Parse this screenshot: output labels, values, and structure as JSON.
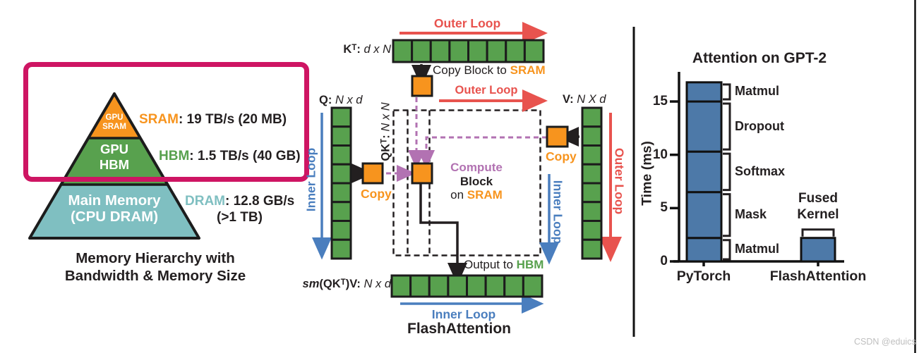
{
  "colors": {
    "green": "#58A14E",
    "orange": "#F7941E",
    "red": "#E8534E",
    "blue": "#4A7EBE",
    "purple": "#B272B2",
    "teal": "#7FBFC1",
    "magenta": "#CE1563",
    "bar_blue": "#4D79A8"
  },
  "left_panel": {
    "tier_sram": [
      "GPU",
      "SRAM"
    ],
    "tier_hbm": [
      "GPU",
      "HBM"
    ],
    "tier_dram": [
      "Main Memory",
      "(CPU DRAM)"
    ],
    "sram_term": "SRAM",
    "sram_info": ": 19 TB/s (20 MB)",
    "hbm_term": "HBM",
    "hbm_info": ": 1.5 TB/s (40 GB)",
    "dram_term": "DRAM",
    "dram_info": ": 12.8 GB/s",
    "dram_info2": "(>1 TB)",
    "caption": [
      "Memory Hierarchy with",
      "Bandwidth & Memory Size"
    ]
  },
  "diagram": {
    "blocks_per_matrix": 8,
    "outer_loop": "Outer Loop",
    "inner_loop": "Inner Loop",
    "copy": "Copy",
    "kt_name": "Kᵀ:",
    "kt_dims": "d x N",
    "q_name": "Q:",
    "q_dims": "N x d",
    "v_name": "V:",
    "v_dims": "N X d",
    "qkt_name": "QKᵀ:",
    "qkt_dims": "N x N",
    "copy_block_prefix": "Copy Block to ",
    "sram": "SRAM",
    "compute_word": "Compute",
    "block_word": " Block",
    "on_word": "on ",
    "output_prefix": "Output to ",
    "hbm": "HBM",
    "output_sm": "sm",
    "output_mid": "(QKᵀ)V:",
    "output_dims": "N x d",
    "title": "FlashAttention"
  },
  "chart_data": {
    "type": "bar",
    "stacked": true,
    "title": "Attention on GPT-2",
    "ylabel": "Time (ms)",
    "categories": [
      "PyTorch",
      "FlashAttention"
    ],
    "yticks": [
      0,
      5,
      10,
      15
    ],
    "ylim": [
      0,
      17.5
    ],
    "bars": [
      {
        "category": "PyTorch",
        "segments": [
          {
            "label": "Matmul",
            "value": 2.2
          },
          {
            "label": "Mask",
            "value": 4.3
          },
          {
            "label": "Softmax",
            "value": 3.8
          },
          {
            "label": "Dropout",
            "value": 4.7
          },
          {
            "label": "Matmul",
            "value": 1.8
          }
        ],
        "total": 16.8
      },
      {
        "category": "FlashAttention",
        "segments": [
          {
            "label": "Fused Kernel",
            "value": 2.2
          }
        ],
        "total": 2.2
      }
    ],
    "annotation": "Fused Kernel",
    "bar_color": "#4D79A8",
    "legend": "none",
    "grid": false
  },
  "watermark": "CSDN @eduics"
}
